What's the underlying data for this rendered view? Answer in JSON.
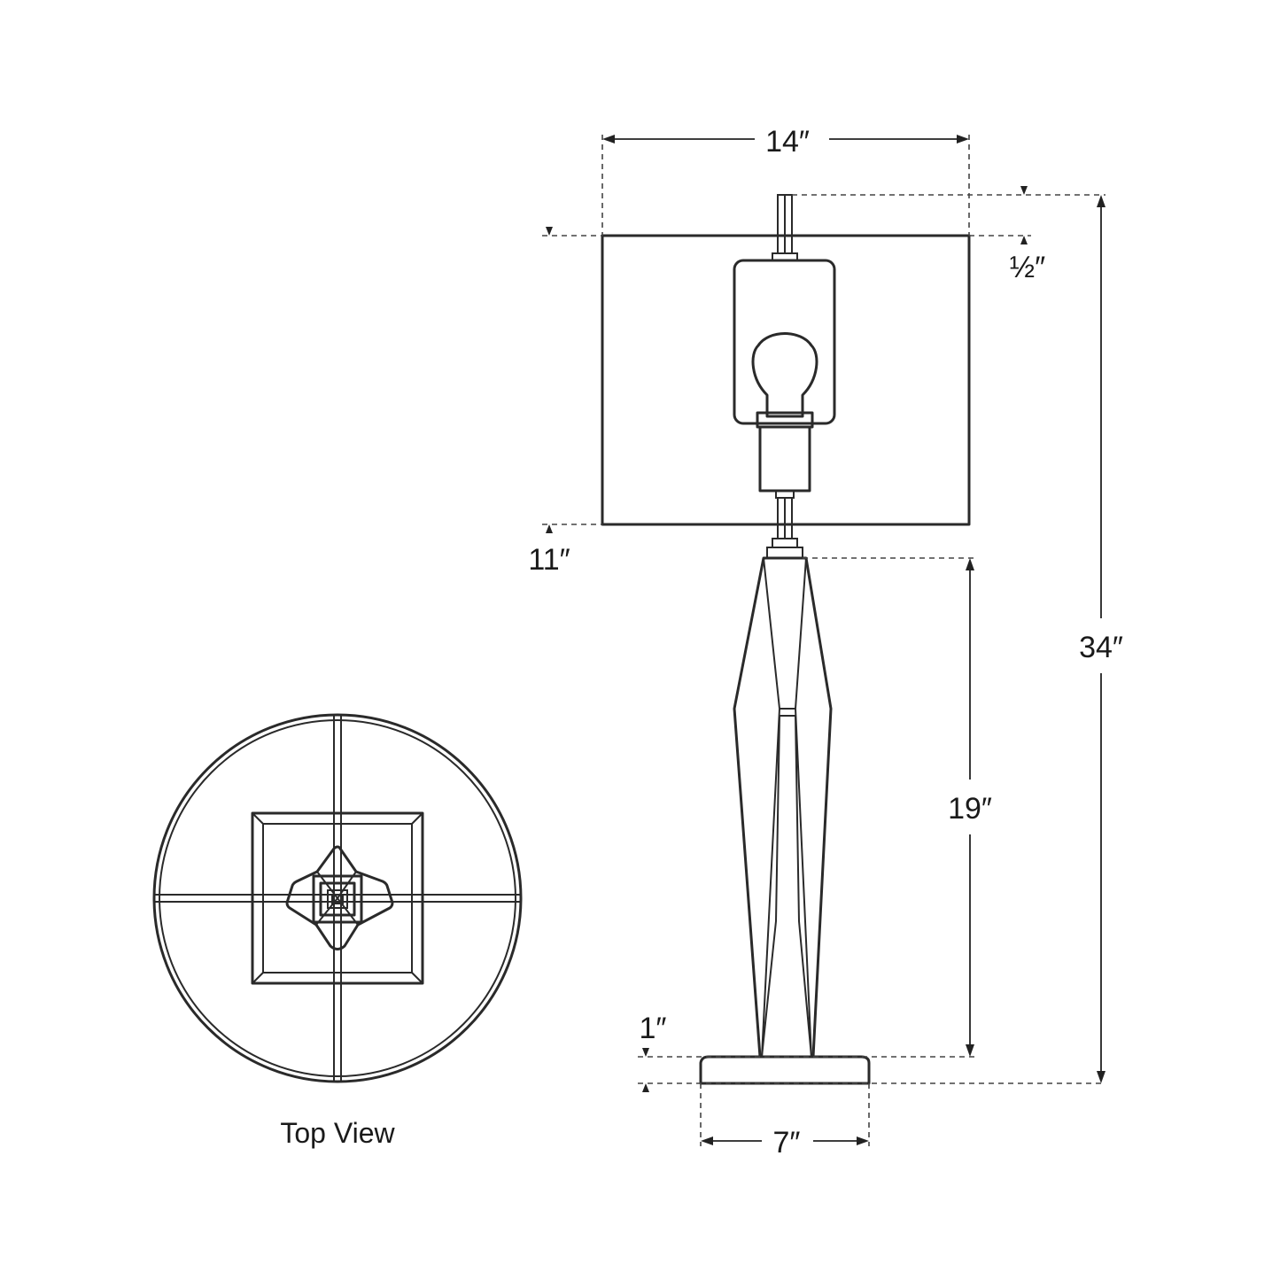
{
  "dimensions": {
    "shade_width": "14″",
    "shade_height": "11″",
    "finial_offset": "½″",
    "overall_height": "34″",
    "body_height": "19″",
    "base_height": "1″",
    "base_width": "7″"
  },
  "views": {
    "top_view_caption": "Top View"
  }
}
